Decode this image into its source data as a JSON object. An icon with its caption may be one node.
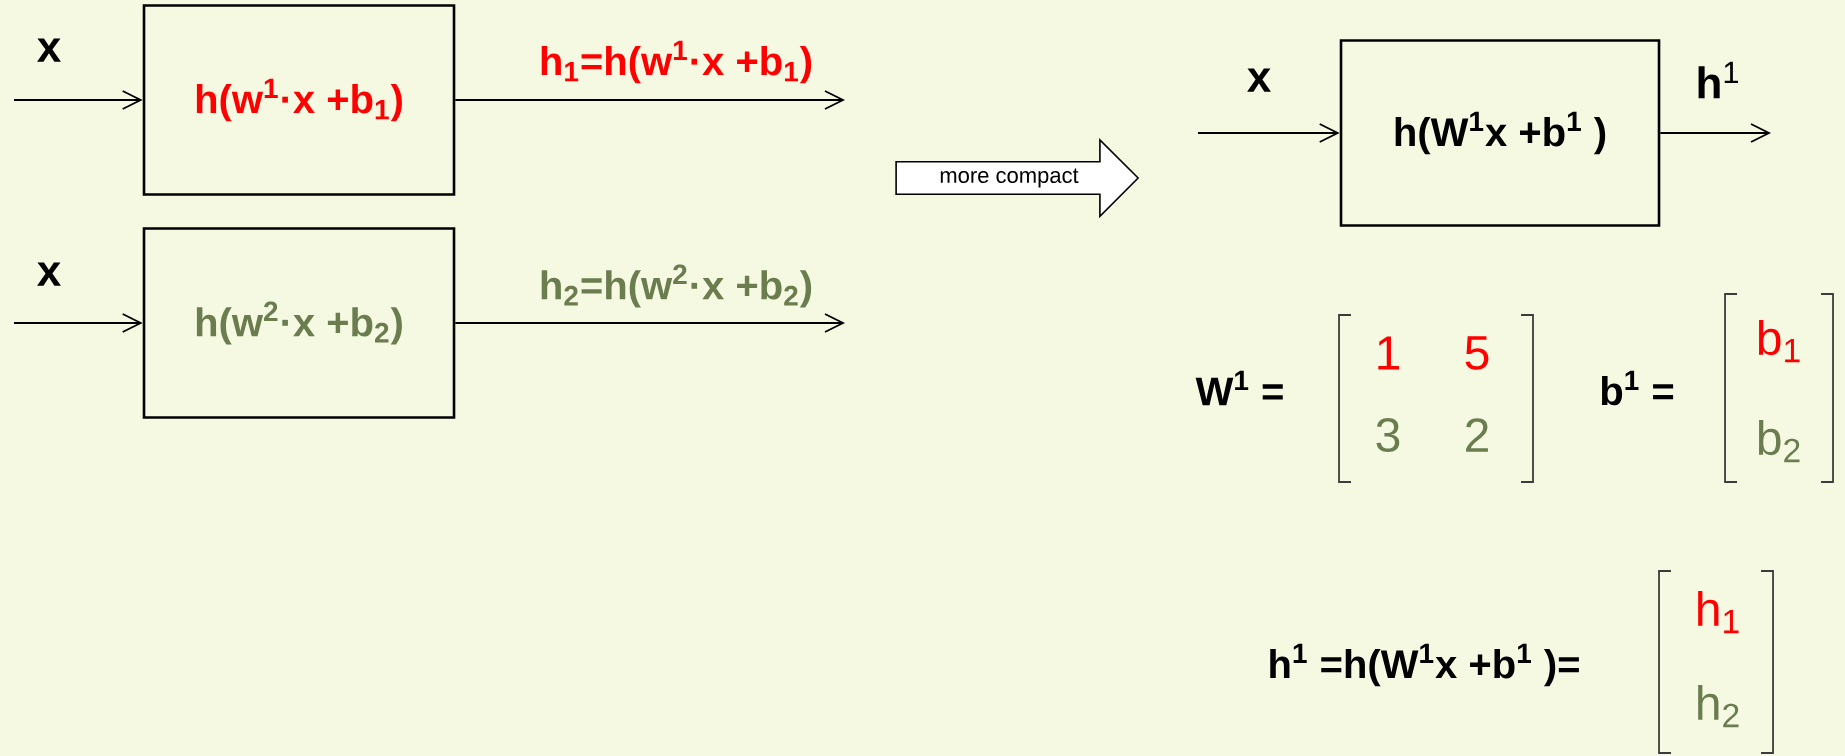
{
  "diagram": {
    "nodes": [
      {
        "text": [
          "h(w$^{1}$·x +b$_{1}$)"
        ]
      },
      {
        "text": [
          "h(w$^{2}$·x +b$_{2}$)"
        ]
      },
      {
        "text": [
          "more compact"
        ]
      },
      {
        "text": [
          "h(W$^{1}$x +b$^{1}$ )"
        ]
      }
    ],
    "edges": [
      {
        "from": null,
        "to": 0,
        "arrow": "to"
      },
      {
        "from": 0,
        "to": null,
        "arrow": "to"
      },
      {
        "from": null,
        "to": 1,
        "arrow": "to"
      },
      {
        "from": 1,
        "to": null,
        "arrow": "to"
      },
      {
        "from": null,
        "to": 3,
        "arrow": "to"
      },
      {
        "from": 3,
        "to": null,
        "arrow": "to"
      }
    ],
    "labels": [
      "x",
      "h$_{1}$=h(w$^{1}$·x +b$_{1}$)",
      "x",
      "h$_{2}$=h(w$^{2}$·x +b$_{2}$)",
      "x",
      "**h**$^{1}$",
      "W$^{1}$ =",
      "1",
      "5",
      "3",
      "2",
      "b$^{1}$ =",
      "b$_{1}$",
      "b$_{2}$",
      "h$^{1}$ =h(W$^{1}$x +b$^{1}$ )=",
      "h$_{1}$",
      "h$_{2}$"
    ]
  }
}
